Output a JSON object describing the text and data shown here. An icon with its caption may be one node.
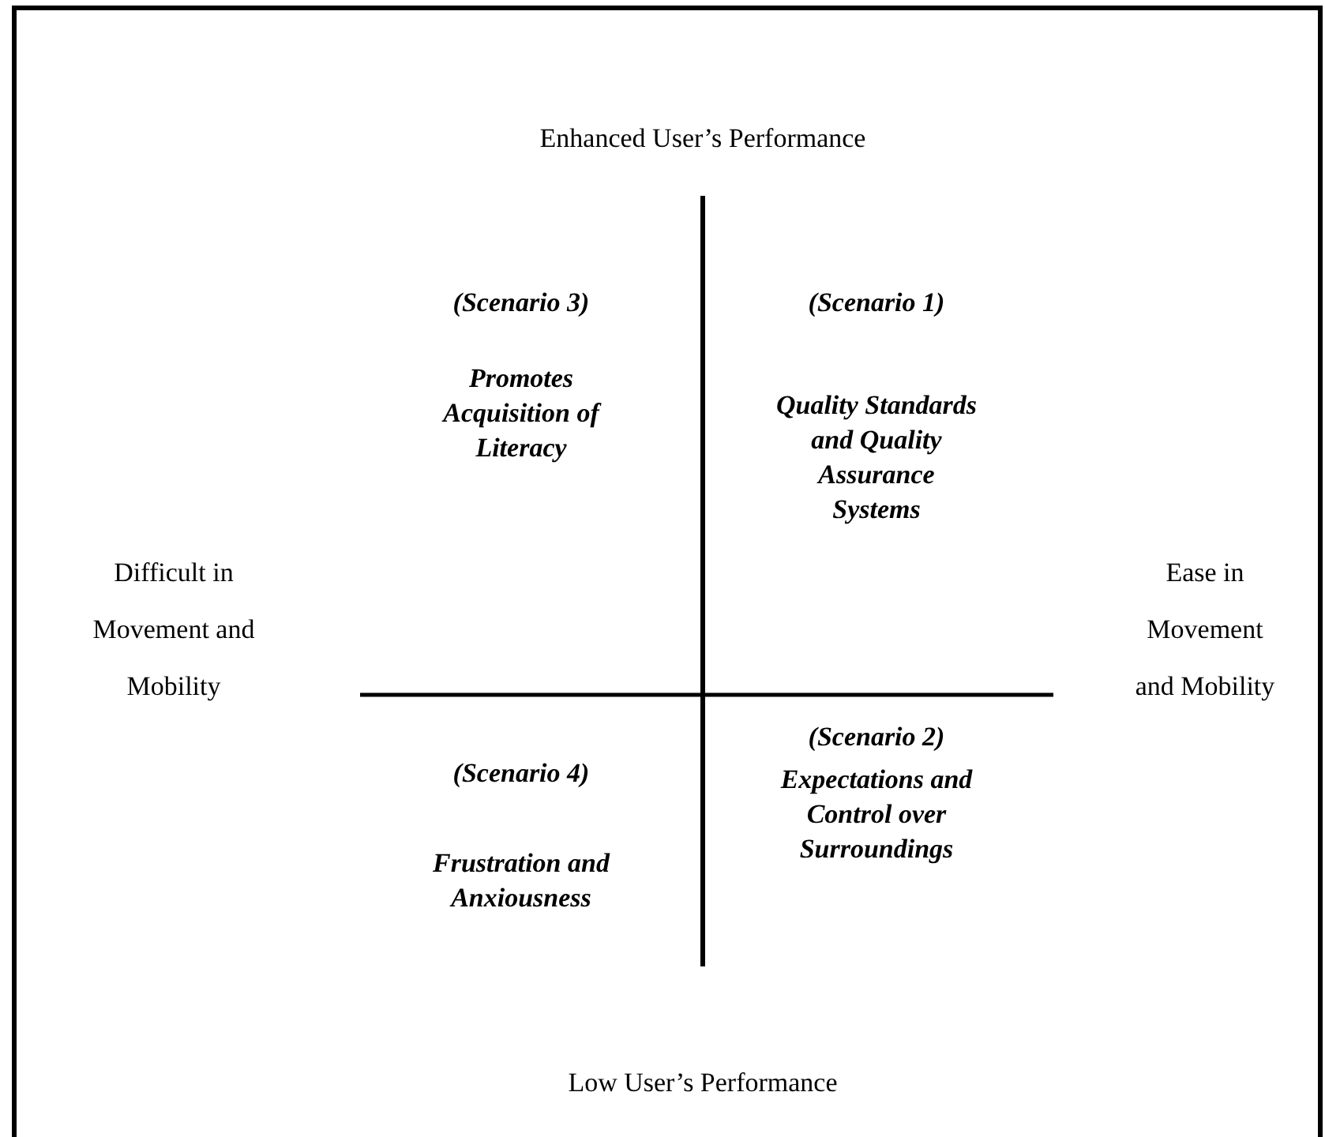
{
  "diagram": {
    "labels": [
      "Enhanced User’s Performance",
      "(Scenario 3)",
      "(Scenario 1)",
      "Promotes Acquisition of Literacy",
      "Quality Standards and Quality Assurance Systems",
      "Difficult in Movement and Mobility",
      "Ease in Movement and Mobility",
      "(Scenario 4)",
      "(Scenario 2)",
      "Frustration and Anxiousness",
      "Expectations and Control over Surroundings",
      "Low User’s Performance"
    ]
  }
}
